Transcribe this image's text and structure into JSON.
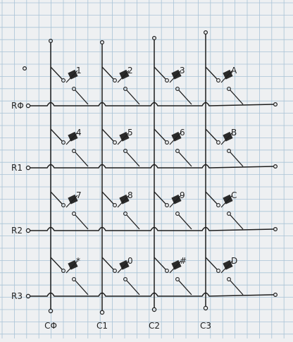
{
  "diagram": {
    "row_labels": [
      "RΦ",
      "R1",
      "R2",
      "R3"
    ],
    "column_labels": [
      "CΦ",
      "C1",
      "C2",
      "C3"
    ],
    "key_labels": [
      [
        "1",
        "2",
        "3",
        "A"
      ],
      [
        "4",
        "5",
        "6",
        "B"
      ],
      [
        "7",
        "8",
        "9",
        "C"
      ],
      [
        "*",
        "0",
        "#",
        "D"
      ]
    ],
    "colors": {
      "paper": "#eef0f2",
      "grid": "#a9c3d6",
      "ink": "#1d1d1d",
      "switch_fill": "#2a2a2a"
    }
  }
}
